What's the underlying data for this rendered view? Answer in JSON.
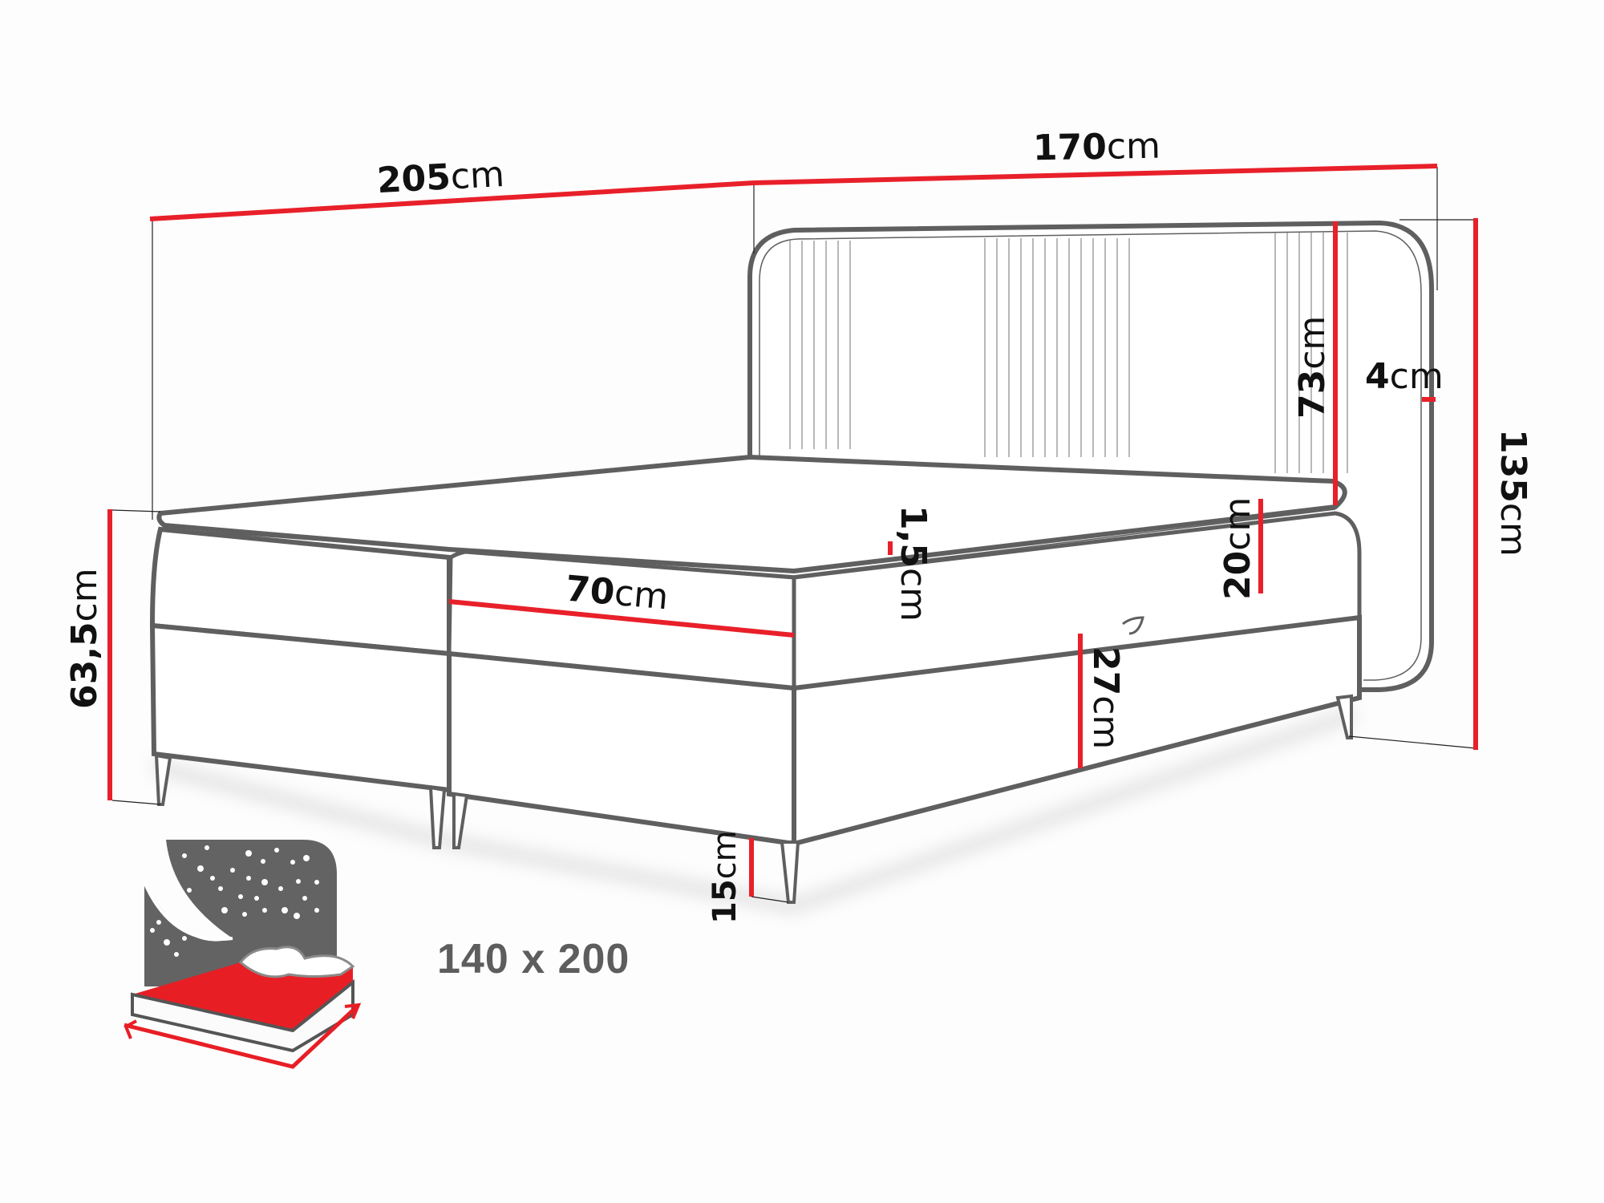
{
  "figure": {
    "subject": "Upholstered boxspring bed — dimension drawing",
    "colors": {
      "dimension_line": "#e8202a",
      "outline": "#5f5f5f",
      "inset_dark": "#636363",
      "inset_red": "#e81e25",
      "size_text": "#5d5d5d",
      "label_text": "#111111"
    }
  },
  "dimensions": {
    "length": {
      "value": "205",
      "unit": "cm"
    },
    "width": {
      "value": "170",
      "unit": "cm"
    },
    "headboard_height": {
      "value": "73",
      "unit": "cm"
    },
    "headboard_thickness": {
      "value": "4",
      "unit": "cm"
    },
    "total_height": {
      "value": "135",
      "unit": "cm"
    },
    "bed_height": {
      "value": "63,5",
      "unit": "cm"
    },
    "mattress_section": {
      "value": "70",
      "unit": "cm"
    },
    "topper": {
      "value": "1,5",
      "unit": "cm"
    },
    "mattress_height": {
      "value": "20",
      "unit": "cm"
    },
    "base_height": {
      "value": "27",
      "unit": "cm"
    },
    "leg_height": {
      "value": "15",
      "unit": "cm"
    }
  },
  "mattress_size": {
    "label": "140 x 200"
  }
}
